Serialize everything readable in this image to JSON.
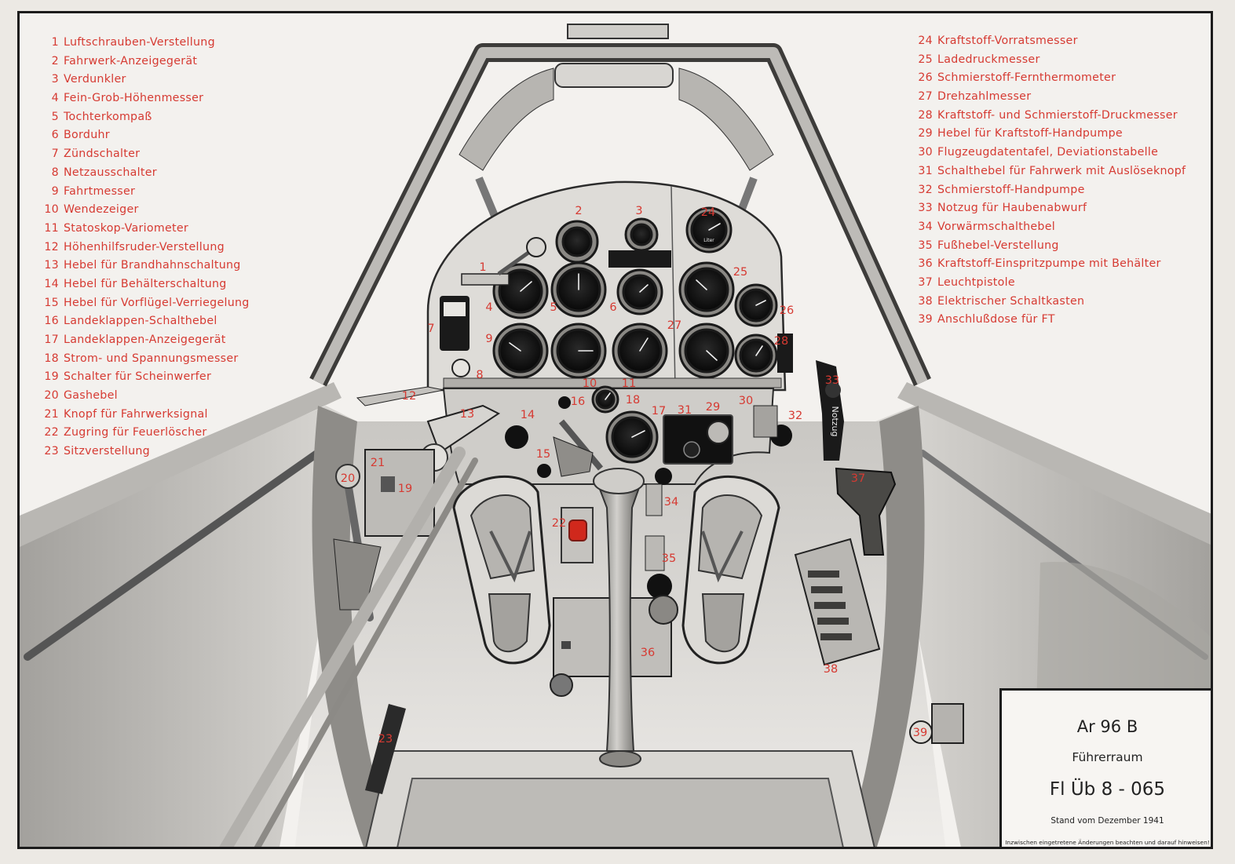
{
  "legend_left": [
    {
      "num": "1",
      "label": "Luftschrauben-Verstellung"
    },
    {
      "num": "2",
      "label": "Fahrwerk-Anzeigegerät"
    },
    {
      "num": "3",
      "label": "Verdunkler"
    },
    {
      "num": "4",
      "label": "Fein-Grob-Höhenmesser"
    },
    {
      "num": "5",
      "label": "Tochterkompaß"
    },
    {
      "num": "6",
      "label": "Borduhr"
    },
    {
      "num": "7",
      "label": "Zündschalter"
    },
    {
      "num": "8",
      "label": "Netzausschalter"
    },
    {
      "num": "9",
      "label": "Fahrtmesser"
    },
    {
      "num": "10",
      "label": "Wendezeiger"
    },
    {
      "num": "11",
      "label": "Statoskop-Variometer"
    },
    {
      "num": "12",
      "label": "Höhenhilfsruder-Verstellung"
    },
    {
      "num": "13",
      "label": "Hebel für Brandhahnschaltung"
    },
    {
      "num": "14",
      "label": "Hebel für Behälterschaltung"
    },
    {
      "num": "15",
      "label": "Hebel für Vorflügel-Verriegelung"
    },
    {
      "num": "16",
      "label": "Landeklappen-Schalthebel"
    },
    {
      "num": "17",
      "label": "Landeklappen-Anzeigegerät"
    },
    {
      "num": "18",
      "label": "Strom- und Spannungsmesser"
    },
    {
      "num": "19",
      "label": "Schalter für Scheinwerfer"
    },
    {
      "num": "20",
      "label": "Gashebel"
    },
    {
      "num": "21",
      "label": "Knopf für Fahrwerksignal"
    },
    {
      "num": "22",
      "label": "Zugring für Feuerlöscher"
    },
    {
      "num": "23",
      "label": "Sitzverstellung"
    }
  ],
  "legend_right": [
    {
      "num": "24",
      "label": "Kraftstoff-Vorratsmesser"
    },
    {
      "num": "25",
      "label": "Ladedruckmesser"
    },
    {
      "num": "26",
      "label": "Schmierstoff-Fernthermometer"
    },
    {
      "num": "27",
      "label": "Drehzahlmesser"
    },
    {
      "num": "28",
      "label": "Kraftstoff- und Schmierstoff-Druckmesser"
    },
    {
      "num": "29",
      "label": "Hebel für Kraftstoff-Handpumpe"
    },
    {
      "num": "30",
      "label": "Flugzeugdatentafel, Deviationstabelle"
    },
    {
      "num": "31",
      "label": "Schalthebel für Fahrwerk mit Auslöseknopf"
    },
    {
      "num": "32",
      "label": "Schmierstoff-Handpumpe"
    },
    {
      "num": "33",
      "label": "Notzug für Haubenabwurf"
    },
    {
      "num": "34",
      "label": "Vorwärmschalthebel"
    },
    {
      "num": "35",
      "label": "Fußhebel-Verstellung"
    },
    {
      "num": "36",
      "label": "Kraftstoff-Einspritzpumpe mit Behälter"
    },
    {
      "num": "37",
      "label": "Leuchtpistole"
    },
    {
      "num": "38",
      "label": "Elektrischer Schaltkasten"
    },
    {
      "num": "39",
      "label": "Anschlußdose für FT"
    }
  ],
  "callouts": [
    "1",
    "2",
    "3",
    "4",
    "5",
    "6",
    "7",
    "8",
    "9",
    "10",
    "11",
    "12",
    "13",
    "14",
    "15",
    "16",
    "17",
    "18",
    "19",
    "20",
    "21",
    "22",
    "23",
    "24",
    "25",
    "26",
    "27",
    "28",
    "29",
    "30",
    "31",
    "32",
    "33",
    "34",
    "35",
    "36",
    "37",
    "38",
    "39"
  ],
  "title_block": {
    "model": "Ar 96 B",
    "section": "Führerraum",
    "doc_number": "Fl Üb 8 - 065",
    "date": "Stand vom Dezember 1941",
    "note": "Inzwischen eingetretene Änderungen beachten und darauf hinweisen!"
  },
  "panel_texts": {
    "emergency_pull": "Notzug",
    "fuel_gauge_unit": "Liter"
  },
  "colors": {
    "label_red": "#d63a32",
    "frame": "#1c1c1c",
    "paper": "#f3f1ee",
    "extinguisher_knob": "#d0281c"
  }
}
